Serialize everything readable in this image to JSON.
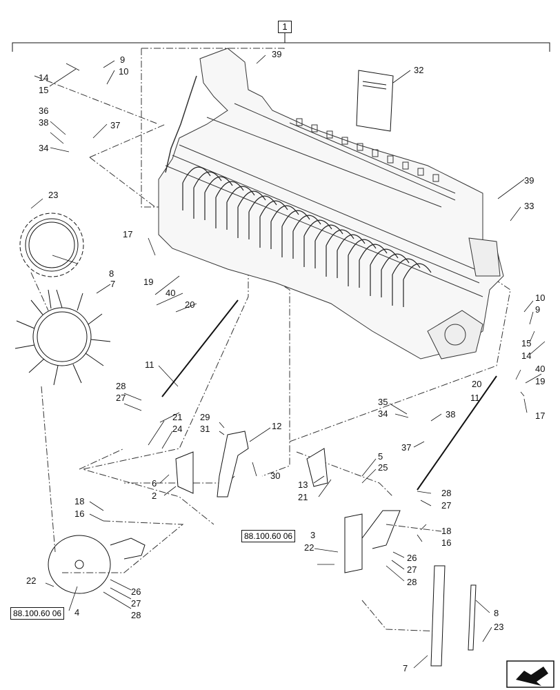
{
  "assembly_number": "1",
  "reference_label": "88.100.60 06",
  "nav_arrow_icon": "forward-arrow-icon",
  "callouts": {
    "c9a": "9",
    "c10a": "10",
    "c14a": "14",
    "c15a": "15",
    "c39a": "39",
    "c32": "32",
    "c36": "36",
    "c38a": "38",
    "c37a": "37",
    "c34a": "34",
    "c23a": "23",
    "c8a": "8",
    "c7a": "7",
    "c17a": "17",
    "c19a": "19",
    "c40a": "40",
    "c20a": "20",
    "c11a": "11",
    "c28a": "28",
    "c27a": "27",
    "c39b": "39",
    "c33": "33",
    "c10b": "10",
    "c9b": "9",
    "c15b": "15",
    "c14b": "14",
    "c40b": "40",
    "c20b": "20",
    "c19b": "19",
    "c11b": "11",
    "c17b": "17",
    "c35": "35",
    "c34b": "34",
    "c38b": "38",
    "c37b": "37",
    "c21a": "21",
    "c24": "24",
    "c29": "29",
    "c31": "31",
    "c12": "12",
    "c6": "6",
    "c2": "2",
    "c30": "30",
    "c13": "13",
    "c21b": "21",
    "c5": "5",
    "c25": "25",
    "c28b": "28",
    "c27b": "27",
    "c18a": "18",
    "c16a": "16",
    "c18b": "18",
    "c16b": "16",
    "c3": "3",
    "c22a": "22",
    "c26a": "26",
    "c27c": "27",
    "c28c": "28",
    "c22b": "22",
    "c26b": "26",
    "c27d": "27",
    "c28d": "28",
    "c4": "4",
    "c8b": "8",
    "c23b": "23",
    "c7b": "7"
  }
}
